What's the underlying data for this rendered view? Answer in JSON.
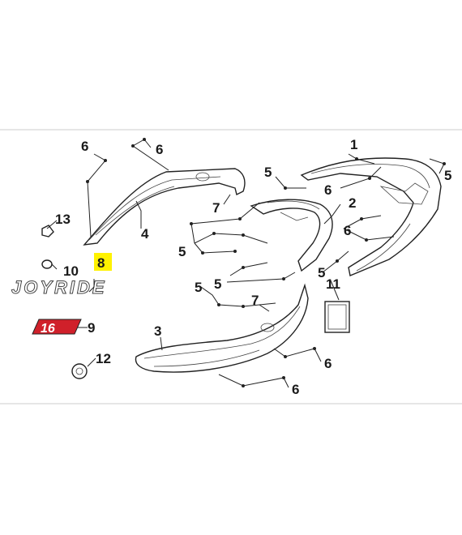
{
  "callouts": [
    {
      "id": "c1",
      "text": "1"
    },
    {
      "id": "c2",
      "text": "2"
    },
    {
      "id": "c3",
      "text": "3"
    },
    {
      "id": "c4",
      "text": "4"
    },
    {
      "id": "c5a",
      "text": "5"
    },
    {
      "id": "c5b",
      "text": "5"
    },
    {
      "id": "c5c",
      "text": "5"
    },
    {
      "id": "c5d",
      "text": "5"
    },
    {
      "id": "c5e",
      "text": "5"
    },
    {
      "id": "c5f",
      "text": "5"
    },
    {
      "id": "c6a",
      "text": "6"
    },
    {
      "id": "c6b",
      "text": "6"
    },
    {
      "id": "c6c",
      "text": "6"
    },
    {
      "id": "c6d",
      "text": "6"
    },
    {
      "id": "c6e",
      "text": "6"
    },
    {
      "id": "c6f",
      "text": "6"
    },
    {
      "id": "c7a",
      "text": "7"
    },
    {
      "id": "c7b",
      "text": "7"
    },
    {
      "id": "c8",
      "text": "8"
    },
    {
      "id": "c9",
      "text": "9"
    },
    {
      "id": "c10",
      "text": "10"
    },
    {
      "id": "c11",
      "text": "11"
    },
    {
      "id": "c12",
      "text": "12"
    },
    {
      "id": "c13",
      "text": "13"
    }
  ],
  "emblem": {
    "brand_text": "JOYRIDE",
    "badge_text": "16"
  },
  "colors": {
    "highlight": "#fff200",
    "badge_red": "#d0202a",
    "line": "#222222",
    "frame": "#cccccc"
  }
}
